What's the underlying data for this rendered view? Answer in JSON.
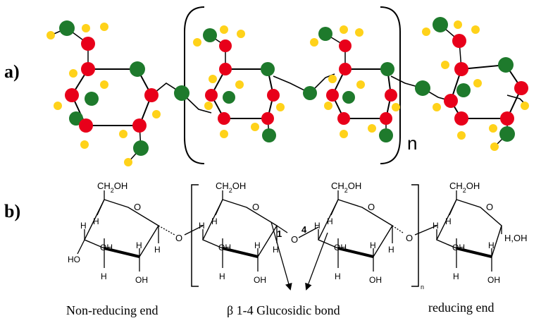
{
  "panel_a": {
    "label": "a)",
    "repeat_label": "n",
    "colors": {
      "carbon": "#e8001a",
      "oxygen": "#1e7a2c",
      "hydrogen": "#ffd21a",
      "bond": "#000000"
    }
  },
  "panel_b": {
    "label": "b)",
    "repeat_label": "n",
    "atom_labels": {
      "ch2oh": "CH",
      "ch2oh_sub": "2",
      "ch2oh_tail": "OH",
      "ring_o": "O",
      "link_o": "O",
      "h": "H",
      "oh": "OH",
      "ho": "HO",
      "h_oh": "H,OH"
    },
    "bond_numbers": [
      "1",
      "4"
    ],
    "captions": {
      "left": "Non-reducing end",
      "center": "β 1-4 Glucosidic bond",
      "right": "reducing end"
    }
  }
}
